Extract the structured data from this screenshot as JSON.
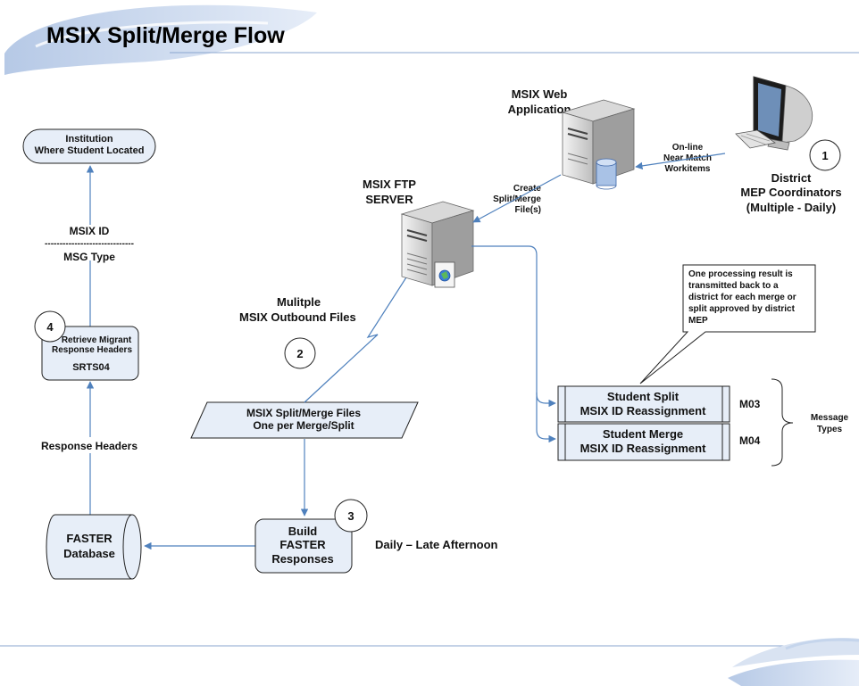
{
  "title": "MSIX Split/Merge Flow",
  "nodes": {
    "web_app": [
      "MSIX Web",
      "Application"
    ],
    "ftp_server": [
      "MSIX FTP",
      "SERVER"
    ],
    "district": [
      "District",
      "MEP Coordinators",
      "(Multiple - Daily)"
    ],
    "institution": [
      "Institution",
      "Where Student Located"
    ],
    "retrieve": [
      "Retrieve Migrant",
      "Response Headers"
    ],
    "retrieve_code": "SRTS04",
    "faster_db": [
      "FASTER",
      "Database"
    ],
    "build": [
      "Build",
      "FASTER",
      "Responses"
    ],
    "files": [
      "MSIX Split/Merge Files",
      "One per Merge/Split"
    ],
    "split": [
      "Student Split",
      "MSIX ID Reassignment"
    ],
    "merge": [
      "Student Merge",
      "MSIX ID Reassignment"
    ]
  },
  "steps": [
    "1",
    "2",
    "3",
    "4"
  ],
  "labels": {
    "online": [
      "On-line",
      "Near Match",
      "Workitems"
    ],
    "create": [
      "Create",
      "Split/Merge",
      "File(s)"
    ],
    "outbound": [
      "Mulitple",
      "MSIX Outbound Files"
    ],
    "msix_id": "MSIX ID",
    "dashes": "------------------------------",
    "msg_type": "MSG Type",
    "response_headers": "Response Headers",
    "daily": "Daily – Late Afternoon",
    "m03": "M03",
    "m04": "M04",
    "message_types": [
      "Message",
      "Types"
    ]
  },
  "callout": [
    "One processing result is",
    "transmitted back to a",
    "district for each merge or",
    "split approved by district",
    "MEP"
  ],
  "colors": {
    "line": "#4f81bd",
    "box_fill": "#e7eef8",
    "swoosh": "#c5d5ec",
    "rule": "#8aa6cf"
  }
}
